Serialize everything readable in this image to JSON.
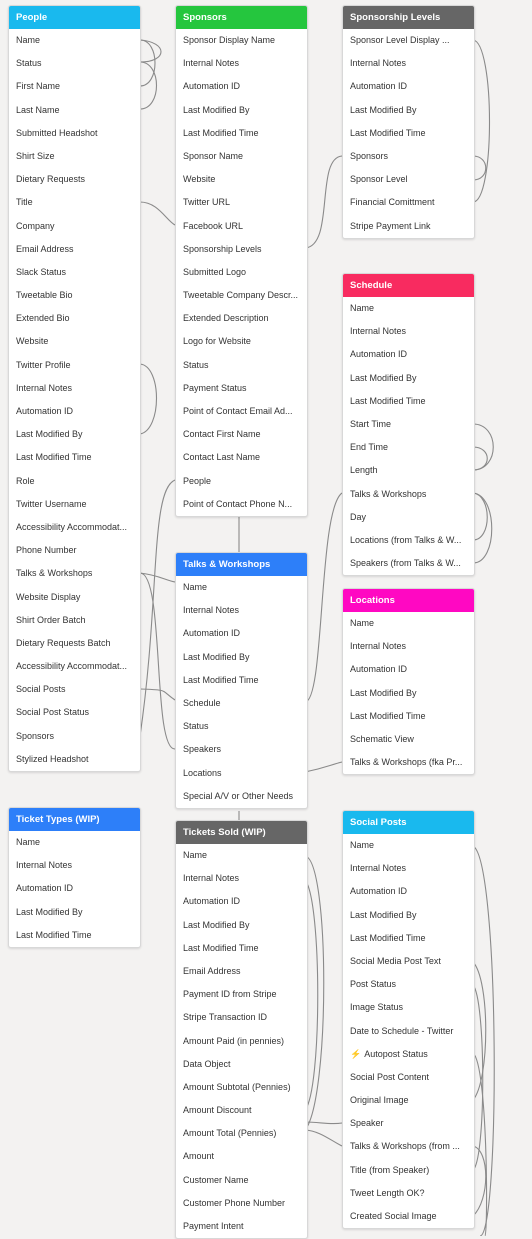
{
  "tables": [
    {
      "id": "people",
      "title": "People",
      "header_color": "#19b9ee",
      "fields": [
        "Name",
        "Status",
        "First Name",
        "Last Name",
        "Submitted Headshot",
        "Shirt Size",
        "Dietary Requests",
        "Title",
        "Company",
        "Email Address",
        "Slack Status",
        "Tweetable Bio",
        "Extended Bio",
        "Website",
        "Twitter Profile",
        "Internal Notes",
        "Automation ID",
        "Last Modified By",
        "Last Modified Time",
        "Role",
        "Twitter Username",
        "Accessibility Accommodat...",
        "Phone Number",
        "Talks & Workshops",
        "Website Display",
        "Shirt Order Batch",
        "Dietary Requests Batch",
        "Accessibility Accommodat...",
        "Social Posts",
        "Social Post Status",
        "Sponsors",
        "Stylized Headshot"
      ]
    },
    {
      "id": "sponsors",
      "title": "Sponsors",
      "header_color": "#25c63e",
      "fields": [
        "Sponsor Display Name",
        "Internal Notes",
        "Automation ID",
        "Last Modified By",
        "Last Modified Time",
        "Sponsor Name",
        "Website",
        "Twitter URL",
        "Facebook URL",
        "Sponsorship Levels",
        "Submitted Logo",
        "Tweetable Company Descr...",
        "Extended Description",
        "Logo for Website",
        "Status",
        "Payment Status",
        "Point of Contact Email Ad...",
        "Contact First Name",
        "Contact Last Name",
        "People",
        "Point of Contact Phone N..."
      ]
    },
    {
      "id": "levels",
      "title": "Sponsorship Levels",
      "header_color": "#666666",
      "fields": [
        "Sponsor Level Display ...",
        "Internal Notes",
        "Automation ID",
        "Last Modified By",
        "Last Modified Time",
        "Sponsors",
        "Sponsor Level",
        "Financial Comittment",
        "Stripe Payment Link"
      ]
    },
    {
      "id": "schedule",
      "title": "Schedule",
      "header_color": "#f82b60",
      "fields": [
        "Name",
        "Internal Notes",
        "Automation ID",
        "Last Modified By",
        "Last Modified Time",
        "Start Time",
        "End Time",
        "Length",
        "Talks & Workshops",
        "Day",
        "Locations (from Talks & W...",
        "Speakers (from Talks & W..."
      ]
    },
    {
      "id": "talks",
      "title": "Talks & Workshops",
      "header_color": "#2d7ff9",
      "fields": [
        "Name",
        "Internal Notes",
        "Automation ID",
        "Last Modified By",
        "Last Modified Time",
        "Schedule",
        "Status",
        "Speakers",
        "Locations",
        "Special A/V or Other Needs"
      ]
    },
    {
      "id": "locations",
      "title": "Locations",
      "header_color": "#ff08c2",
      "fields": [
        "Name",
        "Internal Notes",
        "Automation ID",
        "Last Modified By",
        "Last Modified Time",
        "Schematic View",
        "Talks & Workshops (fka Pr..."
      ]
    },
    {
      "id": "tickettypes",
      "title": "Ticket Types (WIP)",
      "header_color": "#2d7ff9",
      "fields": [
        "Name",
        "Internal Notes",
        "Automation ID",
        "Last Modified By",
        "Last Modified Time"
      ]
    },
    {
      "id": "tickets",
      "title": "Tickets Sold (WIP)",
      "header_color": "#666666",
      "fields": [
        "Name",
        "Internal Notes",
        "Automation ID",
        "Last Modified By",
        "Last Modified Time",
        "Email Address",
        "Payment ID from Stripe",
        "Stripe Transaction ID",
        "Amount Paid (in pennies)",
        "Data Object",
        "Amount Subtotal (Pennies)",
        "Amount Discount",
        "Amount Total (Pennies)",
        "Amount",
        "Customer Name",
        "Customer Phone Number",
        "Payment Intent"
      ]
    },
    {
      "id": "socialposts",
      "title": "Social Posts",
      "header_color": "#19b9ee",
      "fields": [
        "Name",
        "Internal Notes",
        "Automation ID",
        "Last Modified By",
        "Last Modified Time",
        "Social Media Post Text",
        "Post Status",
        "Image Status",
        "Date to Schedule - Twitter",
        "Autopost Status",
        "Social Post Content",
        "Original Image",
        "Speaker",
        "Talks & Workshops (from ...",
        "Title (from Speaker)",
        "Tweet Length OK?",
        "Created Social Image"
      ]
    }
  ],
  "icons": {
    "autopost_status": "lightning-bolt-icon"
  },
  "link_color": "#8a8a8a"
}
